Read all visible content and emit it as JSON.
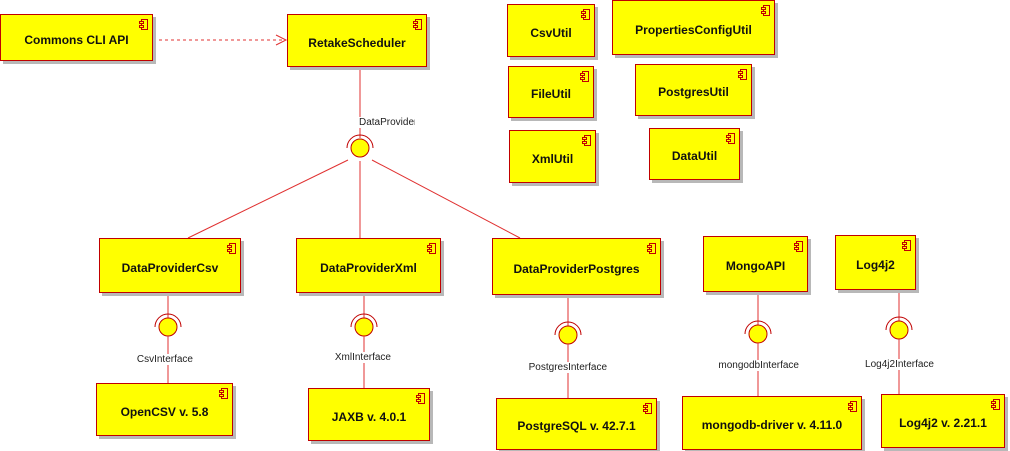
{
  "components": {
    "commons_cli": "Commons CLI API",
    "retake_scheduler": "RetakeScheduler",
    "csv_util": "CsvUtil",
    "properties_config_util": "PropertiesConfigUtil",
    "file_util": "FileUtil",
    "postgres_util": "PostgresUtil",
    "xml_util": "XmlUtil",
    "data_util": "DataUtil",
    "data_provider_csv": "DataProviderCsv",
    "data_provider_xml": "DataProviderXml",
    "data_provider_postgres": "DataProviderPostgres",
    "mongo_api": "MongoAPI",
    "log4j2": "Log4j2",
    "opencsv": "OpenCSV v. 5.8",
    "jaxb": "JAXB v. 4.0.1",
    "postgresql": "PostgreSQL v. 42.7.1",
    "mongodb_driver": "mongodb-driver v. 4.11.0",
    "log4j2_lib": "Log4j2 v. 2.21.1"
  },
  "interfaces": {
    "data_provider": "DataProvider",
    "csv_interface": "CsvInterface",
    "xml_interface": "XmlInterface",
    "postgres_interface": "PostgresInterface",
    "mongodb_interface": "mongodbInterface",
    "log4j2_interface": "Log4j2Interface"
  },
  "colors": {
    "component_fill": "#ffff00",
    "component_border": "#c00000",
    "connector": "#e03030",
    "shadow": "#b8b8b8"
  }
}
